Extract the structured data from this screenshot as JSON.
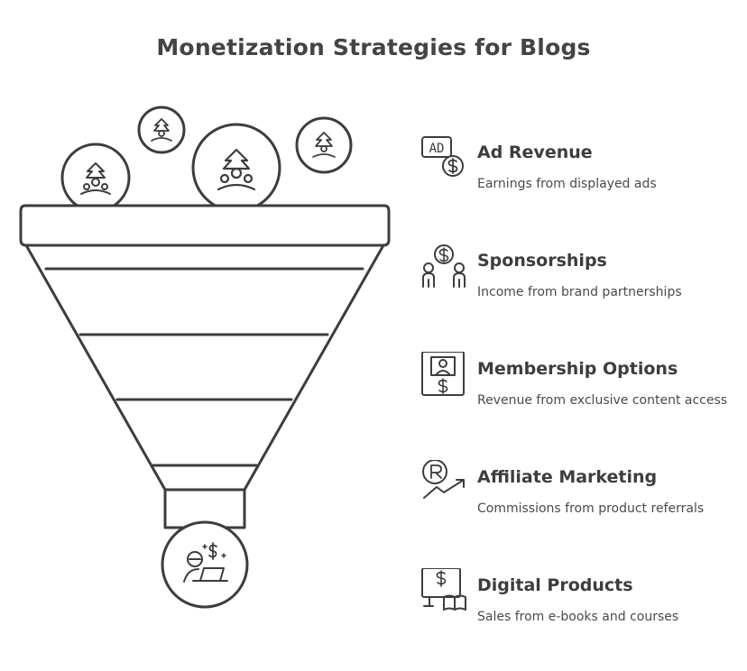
{
  "title": "Monetization Strategies for Blogs",
  "colors": {
    "ink": "#3d3d3d",
    "background": "#ffffff"
  },
  "funnel": {
    "top_bubbles": [
      "growth-people-icon",
      "growth-people-icon",
      "growth-people-icon",
      "growth-people-icon"
    ],
    "bottom_bubble": "blogger-laptop-money-icon"
  },
  "strategies": [
    {
      "icon": "ad-dollar-icon",
      "title": "Ad Revenue",
      "description": "Earnings from displayed ads"
    },
    {
      "icon": "sponsorship-people-icon",
      "title": "Sponsorships",
      "description": "Income from brand partnerships"
    },
    {
      "icon": "membership-screen-icon",
      "title": "Membership Options",
      "description": "Revenue from exclusive content access"
    },
    {
      "icon": "affiliate-trend-icon",
      "title": "Affiliate Marketing",
      "description": "Commissions from product referrals"
    },
    {
      "icon": "digital-products-icon",
      "title": "Digital Products",
      "description": "Sales from e-books and courses"
    }
  ]
}
